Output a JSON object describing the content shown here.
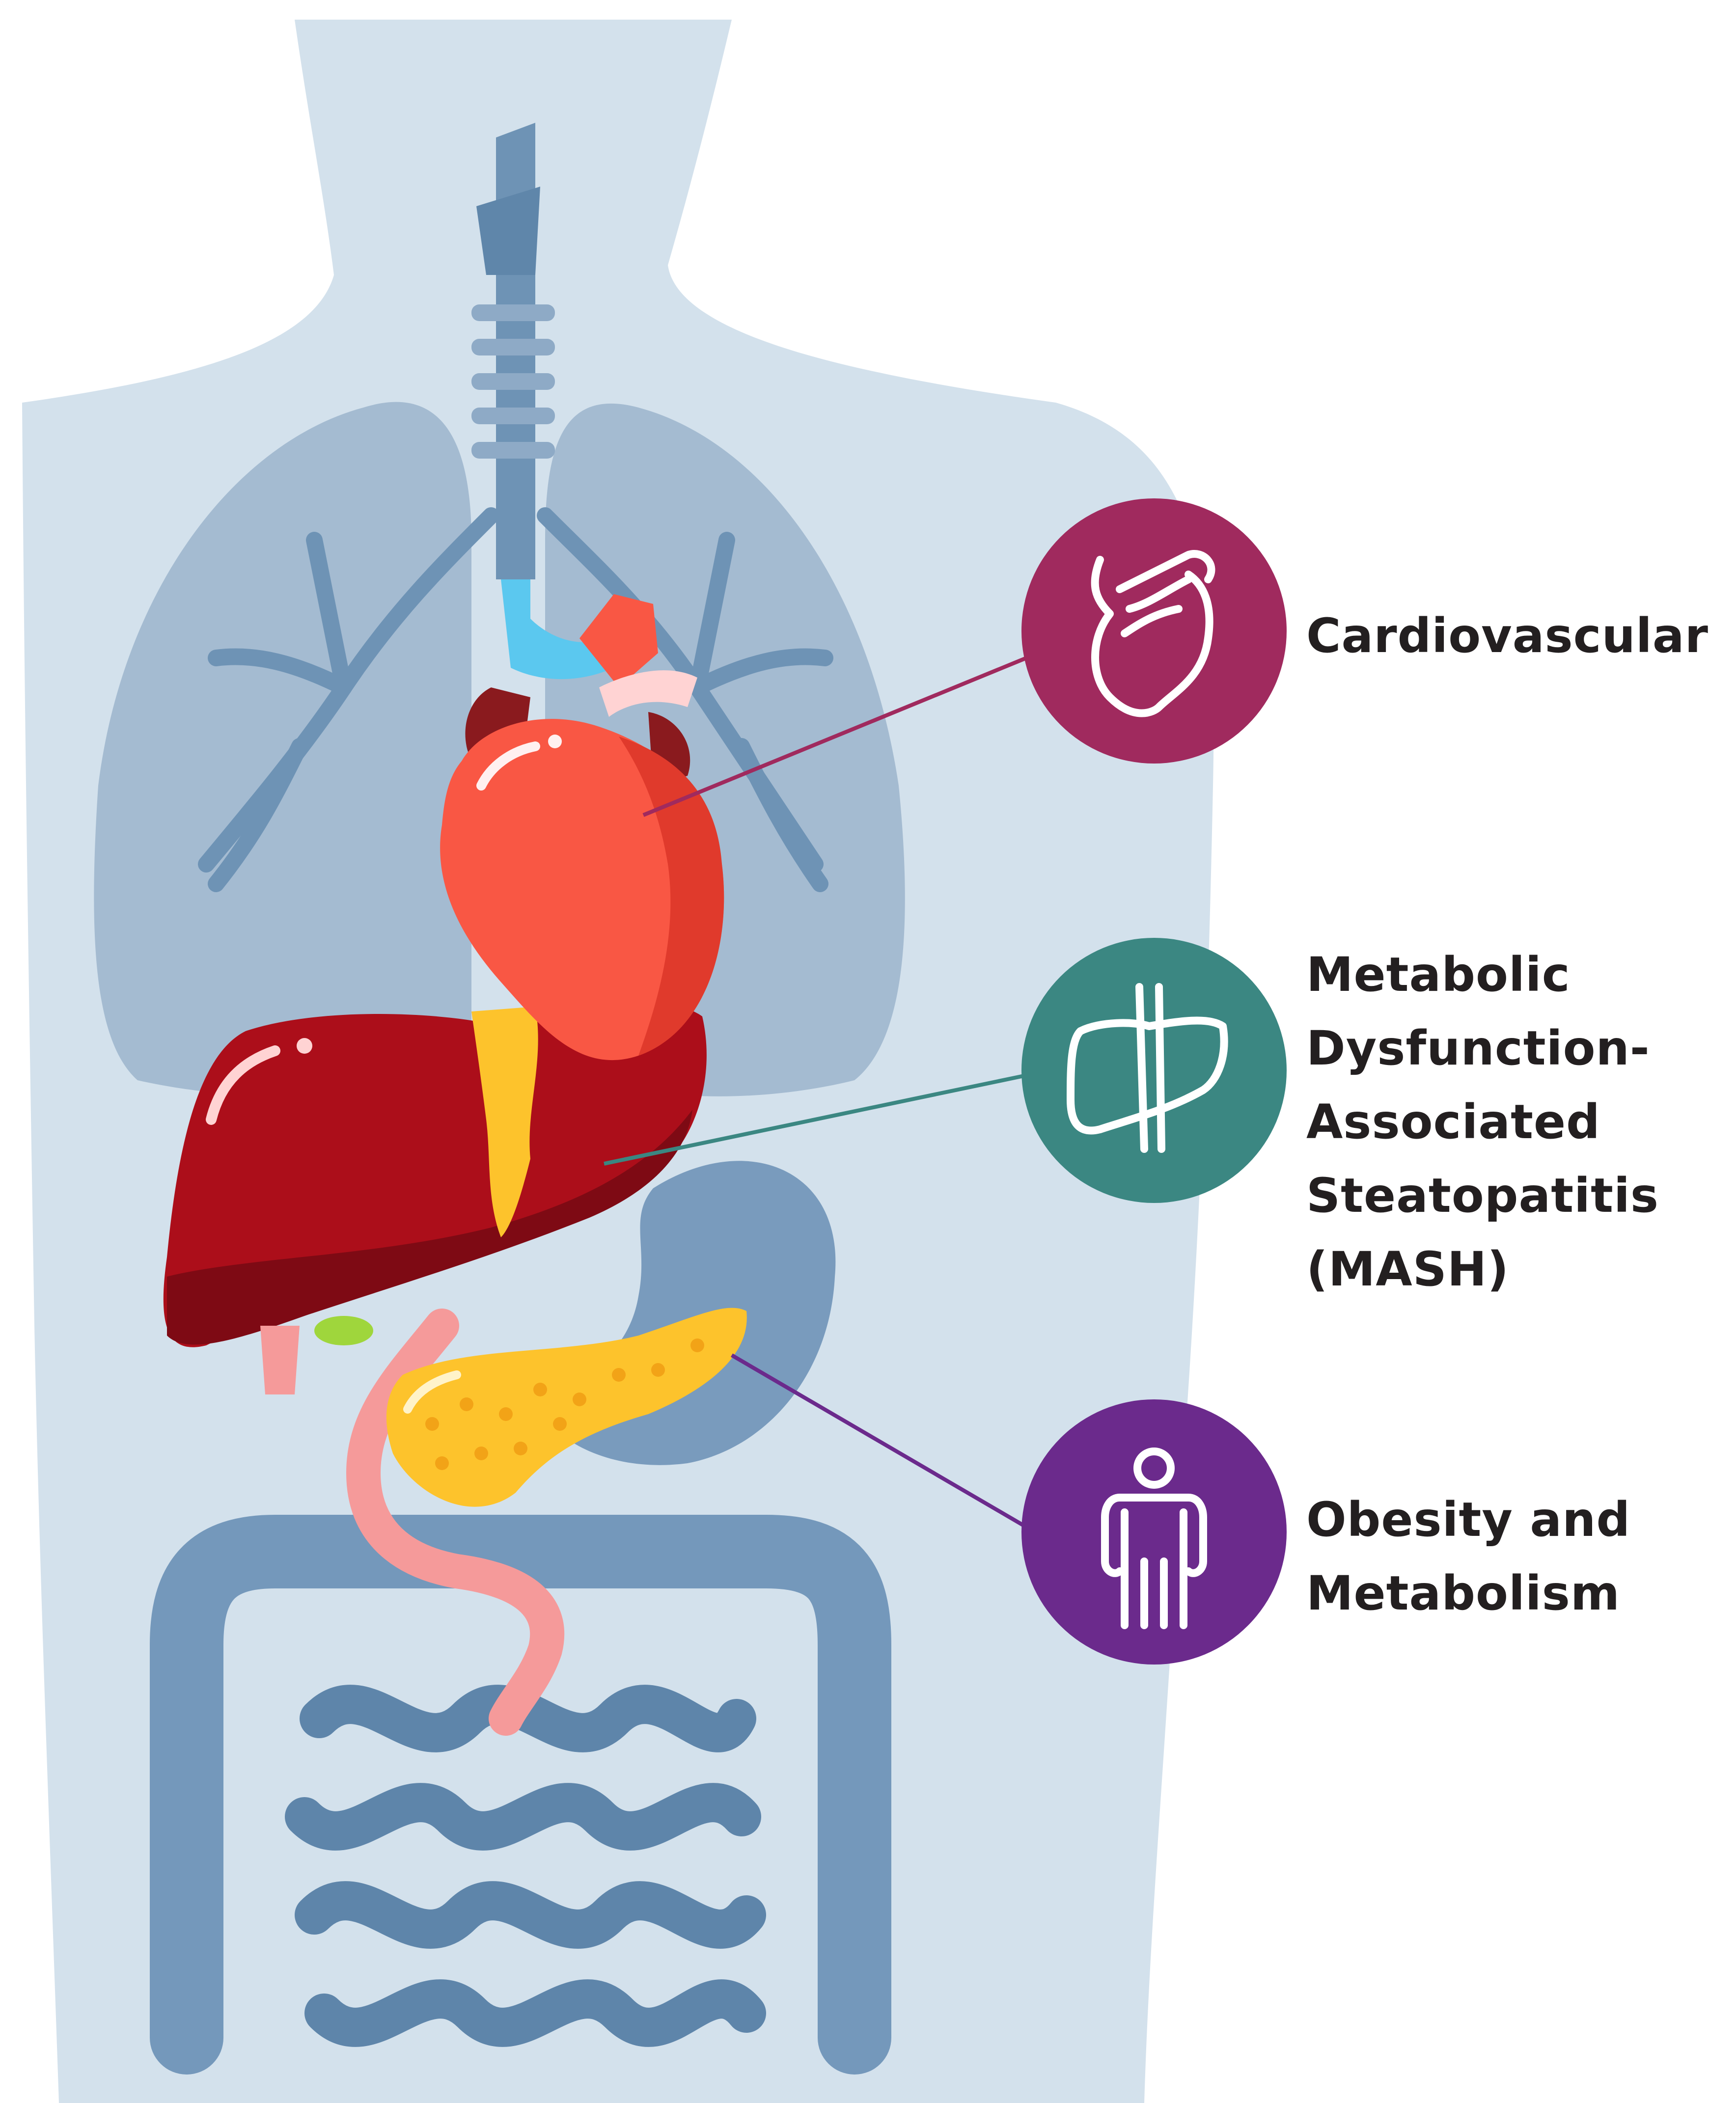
{
  "callouts": [
    {
      "id": "cardiovascular",
      "lines": [
        "Cardiovascular"
      ],
      "color": "#a02a5e",
      "icon": "heart-outline-icon",
      "organ": "heart"
    },
    {
      "id": "mash",
      "lines": [
        "Metabolic",
        "Dysfunction-",
        "Associated",
        "Steatopatitis",
        "(MASH)"
      ],
      "color": "#3b8782",
      "icon": "liver-outline-icon",
      "organ": "liver"
    },
    {
      "id": "obesity",
      "lines": [
        "Obesity and",
        "Metabolism"
      ],
      "color": "#6b2a8c",
      "icon": "person-outline-icon",
      "organ": "pancreas"
    }
  ],
  "colors": {
    "body_silhouette": "#d3e1ec",
    "lungs": "#a4bbd1",
    "airway": "#6e93b5",
    "intestine": "#6f94b8",
    "heart": "#f95744",
    "liver": "#ac0e1a",
    "pancreas": "#fdc32c",
    "gallbladder": "#fdc32c"
  }
}
